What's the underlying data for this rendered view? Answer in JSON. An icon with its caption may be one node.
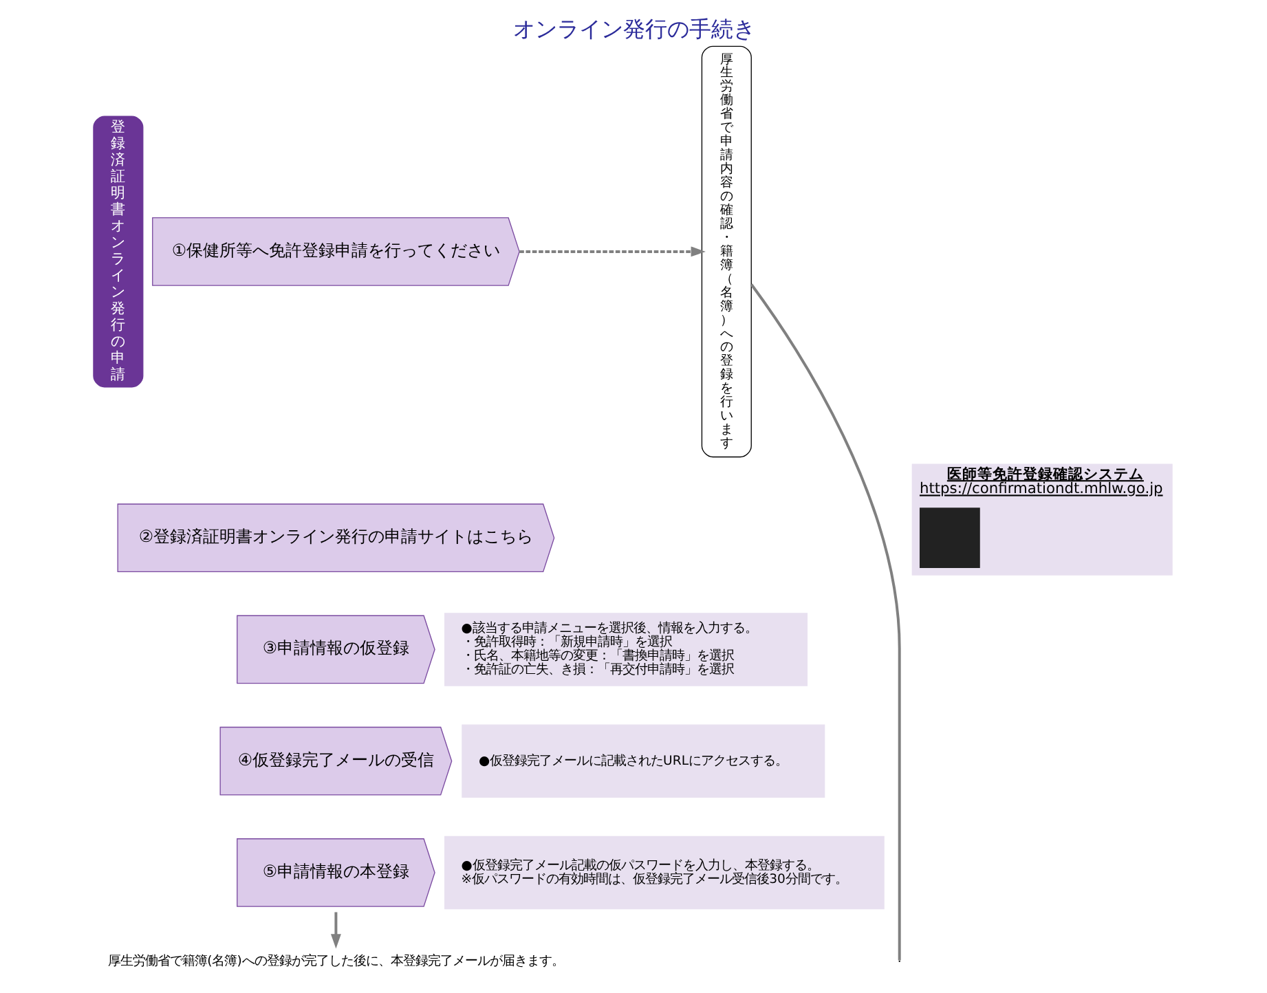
{
  "diagram": {
    "title": "オンライン発行の手続き",
    "nodes": [
      {
        "text": [
          "登録済証明書オンライン発行の申請"
        ]
      },
      {
        "text": [
          "①保健所等へ免許登録申請を行ってください"
        ]
      },
      {
        "text": [
          "②登録済証明書オンライン発行の申請サイトはこちら"
        ]
      },
      {
        "text": [
          "医師等免許登録確認システム",
          "https://confirmationdt.mhlw.go.jp"
        ]
      },
      {
        "text": [],
        "shape": "box",
        "in": 3
      },
      {
        "text": [
          "③申請情報の仮登録"
        ]
      },
      {
        "text": [
          "●該当する申請メニューを選択後、情報を入力する。",
          "・免許取得時：「新規申請時」を選択",
          "・氏名、本籍地等の変更：「書換申請時」を選択",
          "・免許証の亡失、き損：「再交付申請時」を選択"
        ]
      },
      {
        "text": [
          "④仮登録完了メールの受信"
        ]
      },
      {
        "text": [
          "●仮登録完了メールに記載されたURLにアクセスする。"
        ]
      },
      {
        "text": [
          "⑤申請情報の本登録"
        ]
      },
      {
        "text": [
          "●仮登録完了メール記載の仮パスワードを入力し、本登録する。",
          "※仮パスワードの有効時間は、仮登録完了メール受信後30分間です。"
        ]
      },
      {
        "text": [
          "厚生労働省で申請内容の確認・籍簿（名簿）への登録を行います"
        ]
      },
      {
        "text": [
          "厚生労働省で籍簿(名簿)への登録が完了した後に、本登録完了メールが届きます。"
        ]
      }
    ],
    "edges": [
      {
        "from": 1,
        "to": 11,
        "arrow": "to",
        "style": "dashed"
      },
      {
        "from": 9,
        "to": 12,
        "arrow": "to"
      },
      {
        "from": 11,
        "to": null,
        "arrow": "none"
      }
    ]
  }
}
